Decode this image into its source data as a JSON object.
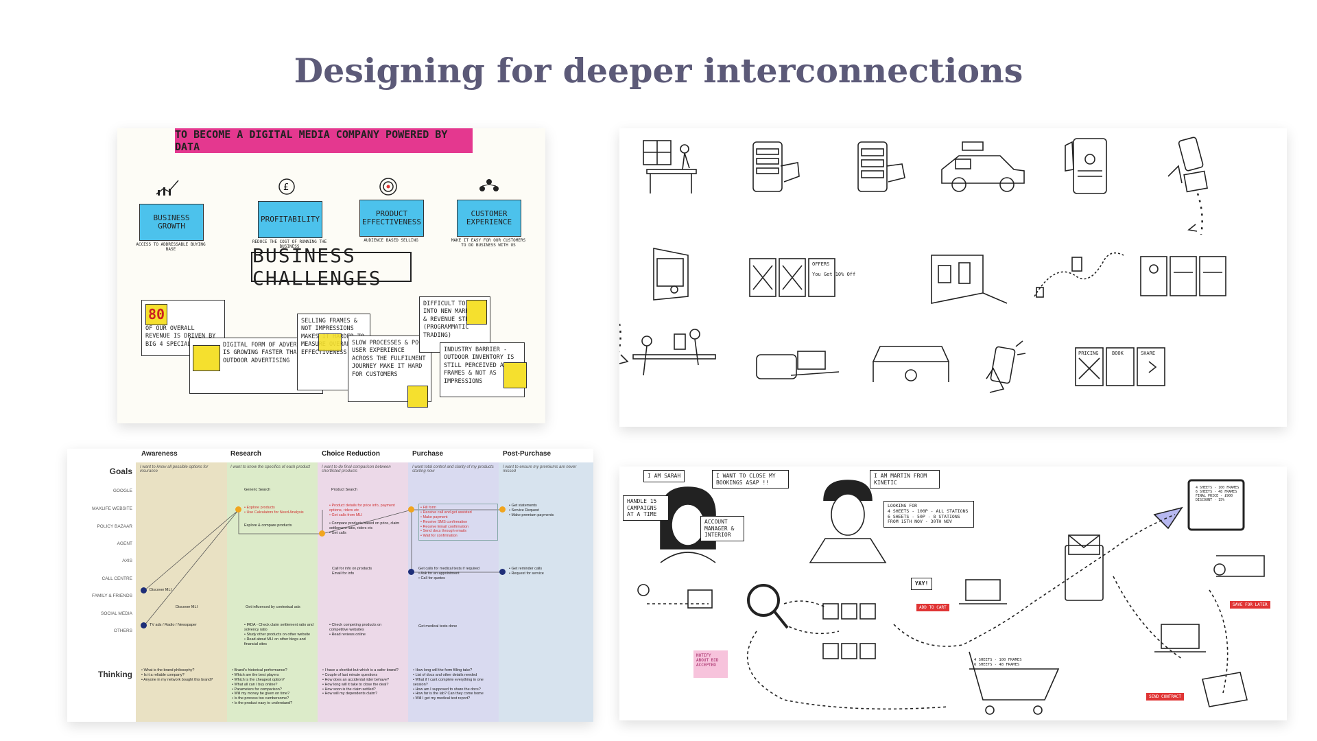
{
  "page": {
    "title": "Designing for deeper interconnections"
  },
  "board": {
    "banner": "TO BECOME A DIGITAL MEDIA COMPANY POWERED BY DATA",
    "pillars": [
      {
        "label": "BUSINESS GROWTH",
        "sub": "ACCESS TO ADDRESSABLE BUYING BASE"
      },
      {
        "label": "PROFITABILITY",
        "sub": "REDUCE THE COST OF RUNNING THE BUSINESS"
      },
      {
        "label": "PRODUCT EFFECTIVENESS",
        "sub": "AUDIENCE BASED SELLING"
      },
      {
        "label": "CUSTOMER EXPERIENCE",
        "sub": "MAKE IT EASY FOR OUR CUSTOMERS TO DO BUSINESS WITH US"
      }
    ],
    "heading": "BUSINESS CHALLENGES",
    "notes": {
      "revenue_big": "80",
      "revenue": "OF OUR OVERALL REVENUE IS DRIVEN BY BIG 4 SPECIALISTS",
      "digital": "DIGITAL FORM OF ADVERTISING IS GROWING FASTER THAN OUTDOOR ADVERTISING",
      "selling": "SELLING FRAMES & NOT IMPRESSIONS MAKES IT HARDER TO MEASURE OVERALL EFFECTIVENESS",
      "slow": "SLOW PROCESSES & POOR USER EXPERIENCE ACROSS THE FULFILMENT JOURNEY MAKE IT HARD FOR CUSTOMERS",
      "difficult": "DIFFICULT TO TAP INTO NEW MARKETS & REVENUE STREAMS (PROGRAMMATIC TRADING)",
      "industry": "INDUSTRY BARRIER - OUTDOOR INVENTORY IS STILL PERCEIVED AS FRAMES & NOT AS IMPRESSIONS"
    }
  },
  "storyboard": {
    "frames": [
      "desk scene",
      "phone browsing",
      "phone checkout",
      "car",
      "tablet & phone",
      "phone notes",
      "whiteboard",
      "offers screens",
      "room",
      "journey map",
      "phone screens",
      "cafe",
      "laptop",
      "office",
      "phone in hand",
      "booking screens"
    ],
    "labels": {
      "offers": "OFFERS",
      "discount": "You Get 10% Off",
      "pricing": "PRICING",
      "book": "BOOK",
      "share": "SHARE"
    }
  },
  "journey": {
    "stages": [
      "Awareness",
      "Research",
      "Choice Reduction",
      "Purchase",
      "Post-Purchase"
    ],
    "stage_colors": [
      "#e9e1c3",
      "#dcebc9",
      "#ecd9e8",
      "#d9daf0",
      "#d7e3ee"
    ],
    "goals_label": "Goals",
    "thinking_label": "Thinking",
    "goals": [
      "I want to know all possible options for insurance",
      "I want to know the specifics of each product",
      "I want to do final comparison between shortlisted products",
      "I want total control and clarity of my products starting now",
      "I want to ensure my premiums are never missed"
    ],
    "channels": [
      "GOOGLE",
      "MAXLIFE WEBSITE",
      "POLICY BAZAAR",
      "AGENT",
      "AXIS",
      "CALL CENTRE",
      "FAMILY & FRIENDS",
      "SOCIAL MEDIA",
      "OTHERS"
    ],
    "items": {
      "generic_search": "Generic Search",
      "product_search": "Product Search",
      "explore": "• Explore products\n• Use Calculators for Need Analysis",
      "explore_compare": "Explore & compare products",
      "product_details": "• Product details for price info, payment options, riders etc\n• Get calls from MLI",
      "compare_based": "• Compare products based on price, claim settlement ratio, riders etc\n• Get calls",
      "fill_form": "• Fill form\n• Receive call and get assisted\n• Make payment\n• Receive SMS confirmation\n• Receive Email confirmation\n• Send docs through emails\n• Wait for confirmation",
      "statements": "• Get statements\n• Service Request\n• Make premium payments",
      "call_info": "Call for info on products\nEmail for info",
      "medical_calls": "Get calls for medical tests if required\n• Ask for an appointment\n• Call for quotes",
      "reminder": "• Get reminder calls\n• Request for service",
      "discover_mli": "Discover MLI",
      "discover_mli2": "Discover MLI",
      "influenced": "Get influenced by contextual ads",
      "tv_ads": "TV ads / Radio / Newspaper",
      "irda": "• IRDA - Check claim settlement ratio and solvency ratio\n• Study other products on other website\n• Read about MLI on other blogs and financial sites",
      "competing": "• Check competing products on competitive websites\n• Read reviews online",
      "medical_done": "Get medical tests done"
    },
    "thinking": [
      "• What is the brand philosophy?\n• Is it a reliable company?\n• Anyone in my network bought this brand?",
      "• Brand's historical performance?\n• Which are the best players\n• Which is the cheapest option?\n• What all can I buy online?\n• Parameters for comparison?\n• Will my money be given on time?\n• Is the process too cumbersome?\n• Is the product easy to understand?",
      "• I have a shortlist but which is a safer brand?\n• Couple of last minute questions\n• How does an accidental rider behave?\n• How long will it take to close the deal?\n• How soon is the claim settled?\n• How will my dependents claim?",
      "• How long will the form filling take?\n• List of docs and other details needed\n• What if I cant complete everything in one session?\n• How am I supposed to share the docs?\n• How far is the lab? Can they come home\n• Will I get my medical test report?",
      ""
    ]
  },
  "service_map": {
    "sarah": "I AM SARAH",
    "handle": "HANDLE 15 CAMPAIGNS AT A TIME",
    "close": "I WANT TO CLOSE MY BOOKINGS ASAP !!",
    "manager": "ACCOUNT MANAGER & INTERIOR",
    "martin": "I AM MARTIN FROM KINETIC",
    "looking": "LOOKING FOR\n4 SHEETS - 100P - ALL STATIONS\n6 SHEETS - 50P - 8 STATIONS\nFROM 15TH NOV - 30TH NOV",
    "yay": "YAY!",
    "tablet": "4 SHEETS - 100 FRAMES\n6 SHEETS - 48 FRAMES\nFINAL PRICE - £900\nDISCOUNT - 15%",
    "cart": "4 SHEETS - 100 FRAMES\n6 SHEETS - 48 FRAMES",
    "pink_note": "NOTIFY ABOUT BID ACCEPTED",
    "add_cart": "ADD TO CART",
    "send_contract": "SEND CONTRACT",
    "save_later": "SAVE FOR LATER"
  }
}
